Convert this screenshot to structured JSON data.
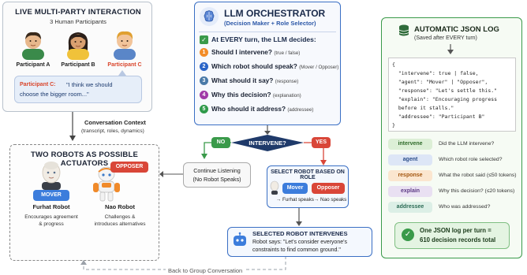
{
  "left": {
    "title": "LIVE MULTI-PARTY INTERACTION",
    "subtitle": "3 Human Participants",
    "participants": [
      "Participant A",
      "Participant B",
      "Participant C"
    ],
    "quote_speaker": "Participant C:",
    "quote_line1": "\"I think we should",
    "quote_line2": "choose the bigger room...\"",
    "context_label": "Conversation Context",
    "context_sub": "(transcript, roles, dynamics)"
  },
  "robots": {
    "title": "TWO ROBOTS AS POSSIBLE ACTUATORS",
    "mover_badge": "MOVER",
    "opposer_badge": "OPPOSER",
    "furhat_name": "Furhat Robot",
    "furhat_desc1": "Encourages agreement",
    "furhat_desc2": "& progress",
    "nao_name": "Nao Robot",
    "nao_desc1": "Challenges &",
    "nao_desc2": "introduces alternatives",
    "back_label": "Back to Group Conversation"
  },
  "orchestrator": {
    "title": "LLM ORCHESTRATOR",
    "subtitle": "(Decision Maker + Role Selector)",
    "header": "At EVERY turn, the LLM decides:",
    "questions": [
      {
        "n": "1",
        "text": "Should I intervene?",
        "hint": "(true / false)",
        "color": "#f28c28"
      },
      {
        "n": "2",
        "text": "Which robot should speak?",
        "hint": "(Mover / Opposer)",
        "color": "#2a64c7"
      },
      {
        "n": "3",
        "text": "What should it say?",
        "hint": "(response)",
        "color": "#4a7aa8"
      },
      {
        "n": "4",
        "text": "Why this decision?",
        "hint": "(explanation)",
        "color": "#a03aa8"
      },
      {
        "n": "5",
        "text": "Who should it address?",
        "hint": "(addressee)",
        "color": "#2f9a4a"
      }
    ]
  },
  "decision": {
    "diamond": "INTERVENE?",
    "no": "NO",
    "yes": "YES",
    "continue1": "Continue Listening",
    "continue2": "(No Robot Speaks)",
    "select_title": "SELECT ROBOT BASED ON ROLE",
    "mover": "Mover",
    "opposer": "Opposer",
    "furhat_speaks": "→ Furhat speaks",
    "nao_speaks": "→ Nao speaks",
    "intervene_title": "SELECTED ROBOT INTERVENES",
    "says1": "Robot says: \"Let's consider everyone's",
    "says2": "constraints to find common ground.\""
  },
  "json_log": {
    "title": "AUTOMATIC JSON LOG",
    "subtitle": "(Saved after EVERY turn)",
    "code": [
      "{",
      "  \"intervene\": true | false,",
      "  \"agent\": \"Mover\" | \"Opposer\",",
      "  \"response\": \"Let's settle this.\"",
      "  \"explain\": \"Encouraging progress",
      "  before it stalls.\"",
      "  \"addressee\": \"Participant B\"",
      "}"
    ],
    "fields": [
      {
        "key": "intervene",
        "desc": "Did the LLM intervene?",
        "bg": "#dcefd6",
        "fg": "#2f6b2a"
      },
      {
        "key": "agent",
        "desc": "Which robot role selected?",
        "bg": "#dde6f6",
        "fg": "#2a4d8a"
      },
      {
        "key": "response",
        "desc": "What the robot said (≤50 tokens)",
        "bg": "#fbe6cf",
        "fg": "#a3560f"
      },
      {
        "key": "explain",
        "desc": "Why this decision? (≤20 tokens)",
        "bg": "#e9e0f2",
        "fg": "#5d3b85"
      },
      {
        "key": "addressee",
        "desc": "Who was addressed?",
        "bg": "#dcefe6",
        "fg": "#2c6b55"
      }
    ],
    "footer1": "One JSON log per turn =",
    "footer2": "610 decision records total"
  }
}
